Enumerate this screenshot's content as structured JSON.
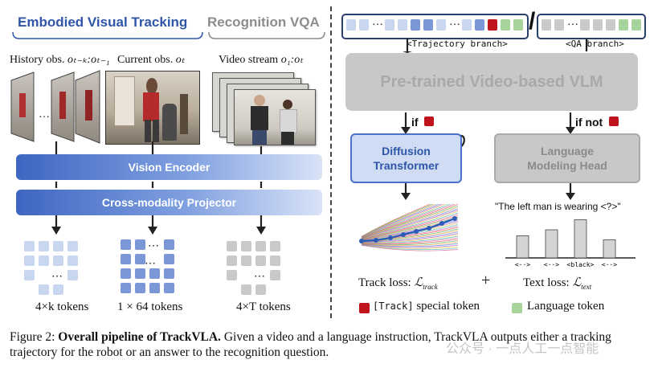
{
  "headers": {
    "embodied_tracking": "Embodied Visual Tracking",
    "recognition_vqa": "Recognition VQA"
  },
  "obs_labels": {
    "history": "History obs.",
    "history_math": "oₜ₋ₖ:oₜ₋₁",
    "current": "Current obs.",
    "current_math": "oₜ",
    "video": "Video stream",
    "video_math": "o₁:oₜ"
  },
  "blocks": {
    "vision_encoder": "Vision Encoder",
    "cross_modality_projector": "Cross-modality Projector",
    "vlm": "Pre-trained Video-based VLM",
    "diffusion_transformer_line1": "Diffusion",
    "diffusion_transformer_line2": "Transformer",
    "lm_head_line1": "Language",
    "lm_head_line2": "Modeling Head"
  },
  "token_counts": {
    "history": "4×k tokens",
    "current": "1 × 64 tokens",
    "video": "4×T tokens"
  },
  "branches": {
    "trajectory": "<Trajectory branch>",
    "qa": "<QA branch>",
    "if": "if",
    "if_not": "if not"
  },
  "outputs": {
    "example_answer": "\"The left man is wearing <?>\"",
    "bar_labels": [
      "<··>",
      "<··>",
      "<black>",
      "<··>"
    ],
    "track_loss": "Track loss:",
    "track_loss_sym": "ℒ",
    "track_loss_sub": "track",
    "plus": "+",
    "text_loss": "Text loss:",
    "text_loss_sym": "ℒ",
    "text_loss_sub": "text"
  },
  "legend": {
    "track_token_code": "[Track]",
    "track_token_text": " special token",
    "language_token": "Language token"
  },
  "caption": {
    "prefix": "Figure 2: ",
    "bold": "Overall pipeline of TrackVLA.",
    "rest": " Given a video and a language instruction, TrackVLA outputs either a tracking trajectory for the robot or an answer to the recognition question."
  },
  "watermark": "公众号 · 一点人工一点智能",
  "chart_data": {
    "type": "bar",
    "categories": [
      "<··>",
      "<··>",
      "<black>",
      "<··>"
    ],
    "values": [
      0.55,
      0.7,
      0.95,
      0.45
    ]
  },
  "colors": {
    "blue_bar": "#4a72c8",
    "gray_block": "#c8c8c8",
    "track_token": "#c0141c",
    "language_token": "#a6d49a",
    "dit_fill": "#cfdcf3"
  }
}
